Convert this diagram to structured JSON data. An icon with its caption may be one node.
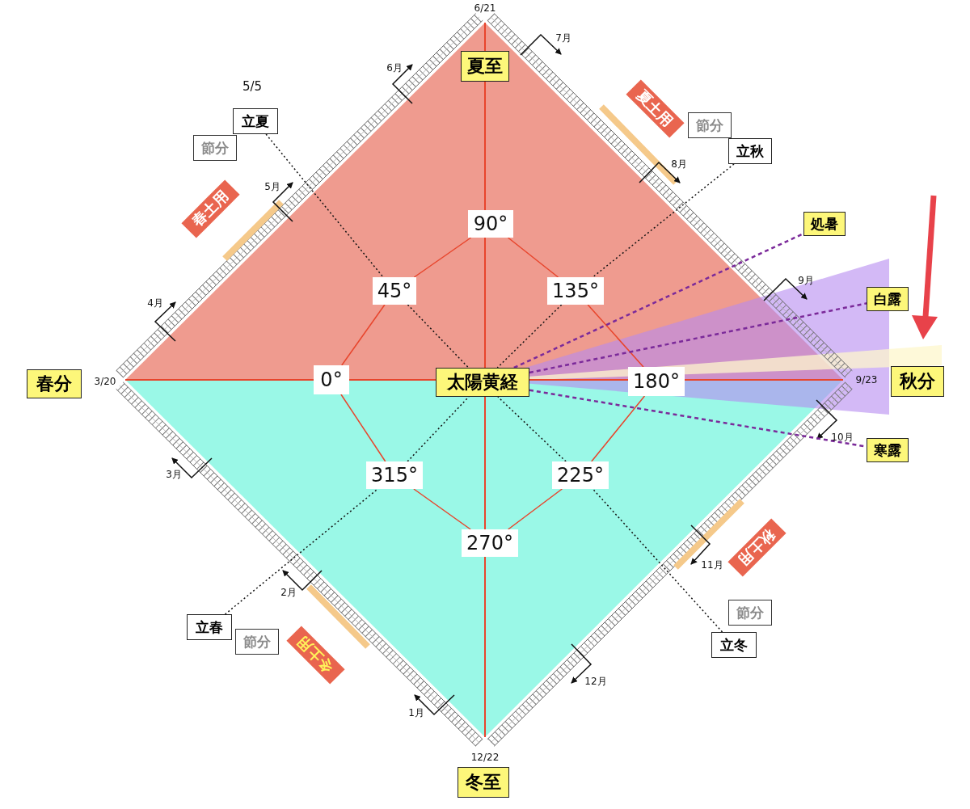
{
  "diagram": {
    "nodes": [
      {
        "text": [
          "夏至"
        ]
      },
      {
        "text": [
          "立夏"
        ]
      },
      {
        "text": [
          "節分"
        ]
      },
      {
        "text": [
          "夏土用"
        ]
      },
      {
        "text": [
          "節分"
        ]
      },
      {
        "text": [
          "立秋"
        ]
      },
      {
        "text": [
          "春土用"
        ]
      },
      {
        "text": [
          "90°"
        ]
      },
      {
        "text": [
          "処暑"
        ]
      },
      {
        "text": [
          "45°"
        ]
      },
      {
        "text": [
          "135°"
        ]
      },
      {
        "text": [
          "白露"
        ]
      },
      {
        "text": [
          "春分"
        ]
      },
      {
        "text": [
          "0°"
        ]
      },
      {
        "text": [
          "太陽黄経"
        ]
      },
      {
        "text": [
          "180°"
        ]
      },
      {
        "text": [
          "秋分"
        ]
      },
      {
        "text": [
          "寒露"
        ]
      },
      {
        "text": [
          "315°"
        ]
      },
      {
        "text": [
          "225°"
        ]
      },
      {
        "text": [
          "秋土用"
        ]
      },
      {
        "text": [
          "270°"
        ]
      },
      {
        "text": [
          "節分"
        ]
      },
      {
        "text": [
          "立春"
        ]
      },
      {
        "text": [
          "節分"
        ]
      },
      {
        "text": [
          "冬土用"
        ]
      },
      {
        "text": [
          "立冬"
        ]
      },
      {
        "text": [
          "冬至"
        ]
      }
    ],
    "edges": [
      {
        "from": 1,
        "to": 9,
        "arrow": "none",
        "style": "dashed"
      },
      {
        "from": 9,
        "to": 14,
        "arrow": "none",
        "style": "dashed"
      },
      {
        "from": 5,
        "to": 10,
        "arrow": "none",
        "style": "dashed"
      },
      {
        "from": 10,
        "to": 14,
        "arrow": "none",
        "style": "dashed"
      },
      {
        "from": 23,
        "to": 18,
        "arrow": "none",
        "style": "dashed"
      },
      {
        "from": 18,
        "to": 14,
        "arrow": "none",
        "style": "dashed"
      },
      {
        "from": 26,
        "to": 19,
        "arrow": "none",
        "style": "dashed"
      },
      {
        "from": 19,
        "to": 14,
        "arrow": "none",
        "style": "dashed"
      },
      {
        "from": 13,
        "to": 9,
        "arrow": "none",
        "color": "#e8452c"
      },
      {
        "from": 9,
        "to": 7,
        "arrow": "none",
        "color": "#e8452c"
      },
      {
        "from": 7,
        "to": 10,
        "arrow": "none",
        "color": "#e8452c"
      },
      {
        "from": 10,
        "to": 15,
        "arrow": "none",
        "color": "#e8452c"
      },
      {
        "from": 15,
        "to": 19,
        "arrow": "none",
        "color": "#e8452c"
      },
      {
        "from": 19,
        "to": 21,
        "arrow": "none",
        "color": "#e8452c"
      },
      {
        "from": 21,
        "to": 18,
        "arrow": "none",
        "color": "#e8452c"
      },
      {
        "from": 18,
        "to": 13,
        "arrow": "none",
        "color": "#e8452c"
      },
      {
        "from": 14,
        "to": 8,
        "arrow": "none",
        "style": "dashed",
        "color": "#7b2a9a"
      },
      {
        "from": 14,
        "to": 11,
        "arrow": "none",
        "style": "dashed",
        "color": "#7b2a9a"
      },
      {
        "from": 14,
        "to": 17,
        "arrow": "none",
        "style": "dashed",
        "color": "#7b2a9a"
      }
    ],
    "labels": [
      "6/21",
      "7月",
      "6月",
      "5/5",
      "8月",
      "5月",
      "9月",
      "4月",
      "3/20",
      "9/23",
      "10月",
      "3月",
      "11月",
      "2月",
      "12月",
      "1月",
      "12/22"
    ]
  }
}
